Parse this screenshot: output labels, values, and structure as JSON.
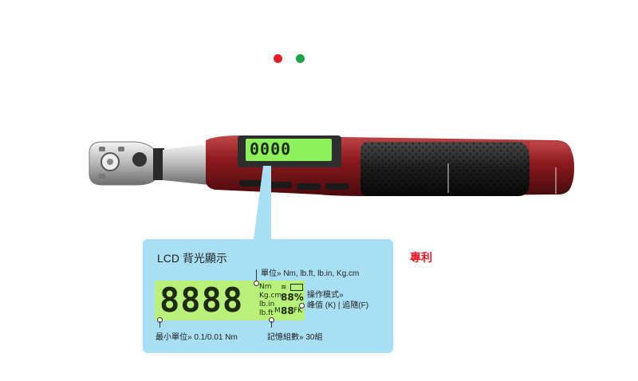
{
  "colors": {
    "red_dot": "#e51b24",
    "green_dot": "#1aa34a",
    "accent": "#e51b24",
    "panel": "#a9dff2",
    "lcd": "#b8f07a"
  },
  "nav_dots": [
    "red",
    "green"
  ],
  "info": {
    "title": "LCD 背光顯示",
    "units_label": "單位» Nm, lb.ft, lb.in, Kg.cm",
    "mode_label": "操作模式»",
    "mode_value": "峰值 (K) | 追隨(F)",
    "min_unit_label": "最小單位» 0.1/0.01 Nm",
    "memory_label": "記憶組數» 30組"
  },
  "lcd": {
    "digits": "8888",
    "unit_nm": "Nm",
    "unit_kgcm": "Kg.cm",
    "unit_lbin": "lb.in",
    "unit_lbft": "lb.ft",
    "small_digits": "88%",
    "mem_prefix": "M",
    "mem_digits": "88",
    "fk": "FK"
  },
  "wrench_lcd": "0000",
  "patent": "專利"
}
